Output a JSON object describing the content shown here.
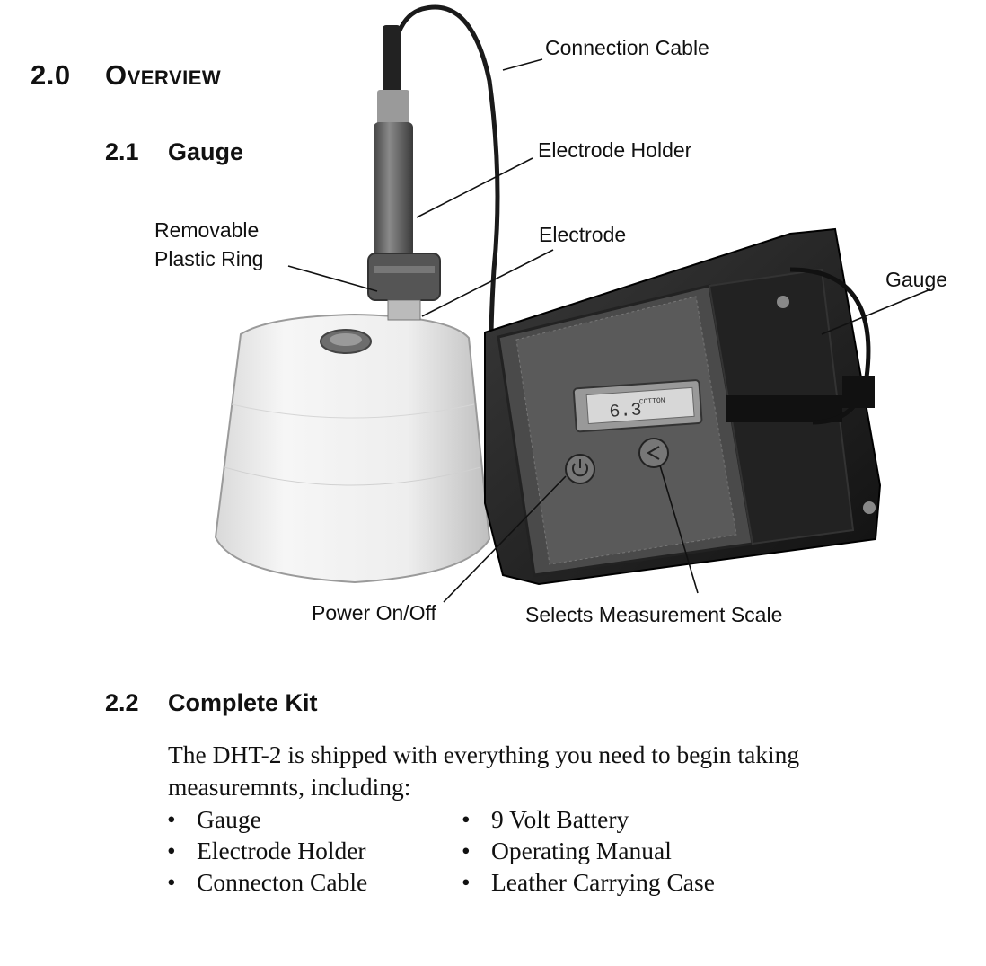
{
  "section": {
    "number": "2.0",
    "title": "Overview"
  },
  "gauge_section": {
    "number": "2.1",
    "title": "Gauge"
  },
  "figure": {
    "callouts": {
      "connection_cable": "Connection Cable",
      "electrode_holder": "Electrode Holder",
      "removable_ring_line1": "Removable",
      "removable_ring_line2": "Plastic Ring",
      "electrode": "Electrode",
      "gauge": "Gauge",
      "power": "Power On/Off",
      "selects_scale": "Selects Measurement Scale"
    },
    "lcd": {
      "reading": "6.3",
      "mode": "COTTON"
    }
  },
  "kit_section": {
    "number": "2.2",
    "title": "Complete Kit",
    "intro": "The DHT-2 is shipped with everything you need to begin taking measuremnts, including:",
    "bullet": "•",
    "left_items": [
      "Gauge",
      "Electrode Holder",
      "Connecton Cable"
    ],
    "right_items": [
      "9 Volt Battery",
      "Operating Manual",
      "Leather Carrying Case"
    ]
  }
}
